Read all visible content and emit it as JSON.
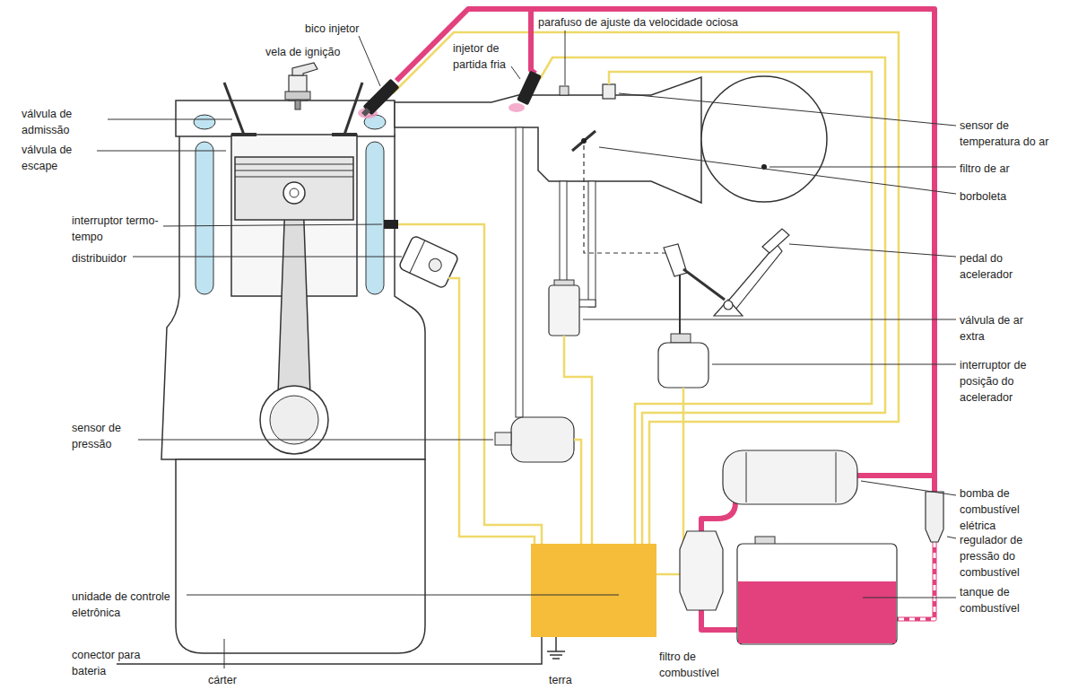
{
  "diagram": {
    "labels": [
      "bico injetor",
      "vela de ignição",
      "válvula de admissão",
      "válvula de escape",
      "interruptor termo-tempo",
      "distribuidor",
      "sensor de pressão",
      "unidade de controle eletrônica",
      "conector para bateria",
      "cárter",
      "injetor de partida fria",
      "parafuso de ajuste da velocidade ociosa",
      "sensor de temperatura do ar",
      "filtro de ar",
      "borboleta",
      "pedal do acelerador",
      "válvula de ar extra",
      "interruptor de posição do acelerador",
      "bomba de combustível elétrica",
      "regulador de pressão do combustível",
      "tanque de combustível",
      "filtro de combustível",
      "terra"
    ]
  }
}
